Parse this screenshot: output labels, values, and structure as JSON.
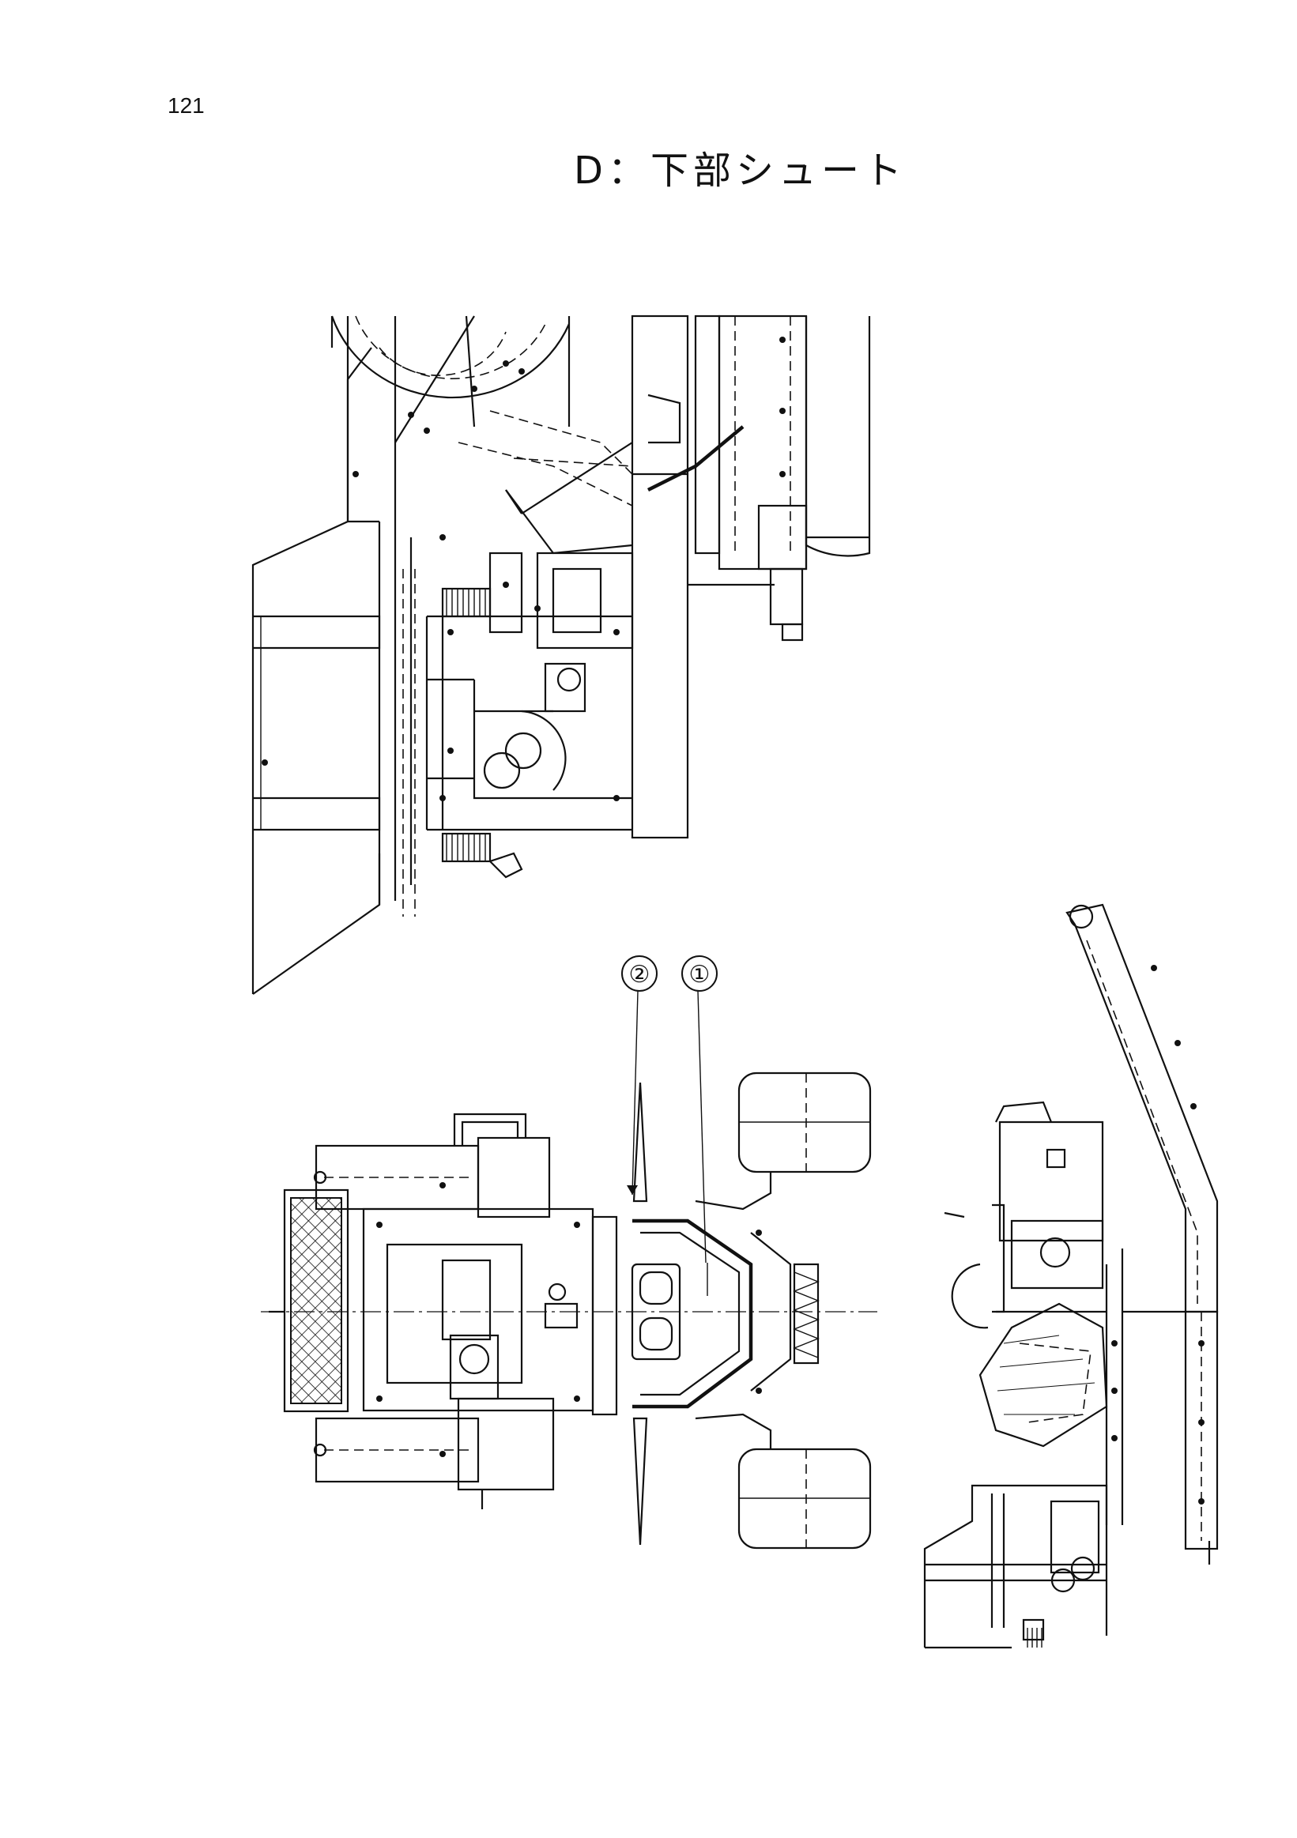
{
  "page": {
    "number": "121",
    "title": "D：下部シュート"
  },
  "callouts": [
    {
      "label": "②",
      "name": "callout-2"
    },
    {
      "label": "①",
      "name": "callout-1"
    }
  ]
}
